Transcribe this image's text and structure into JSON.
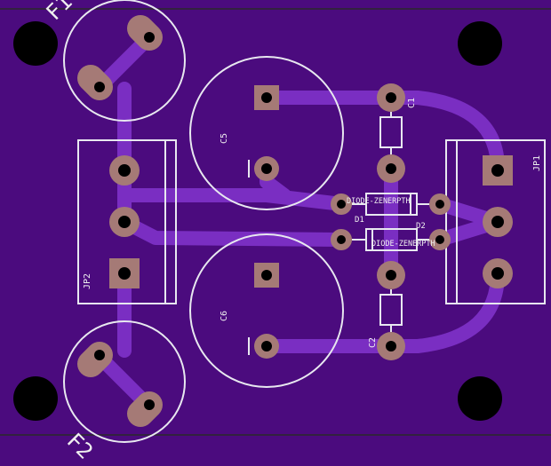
{
  "board": {
    "colors": {
      "board": "#4b0b7e",
      "copper": "#7a2ec2",
      "pad": "#a57a76",
      "silkscreen": "#e8e8f0",
      "drill": "#000000",
      "edge": "#2a2a2a"
    }
  },
  "labels": {
    "f1": "F1",
    "f2": "F2",
    "c1": "C1",
    "c2": "C2",
    "c5": "C5",
    "c6": "C6",
    "d1": "D1",
    "d2": "D2",
    "jp1": "JP1",
    "jp2": "JP2",
    "zener1": "DIODE-ZENERPTH",
    "zener2": "DIODE-ZENERPTH"
  }
}
